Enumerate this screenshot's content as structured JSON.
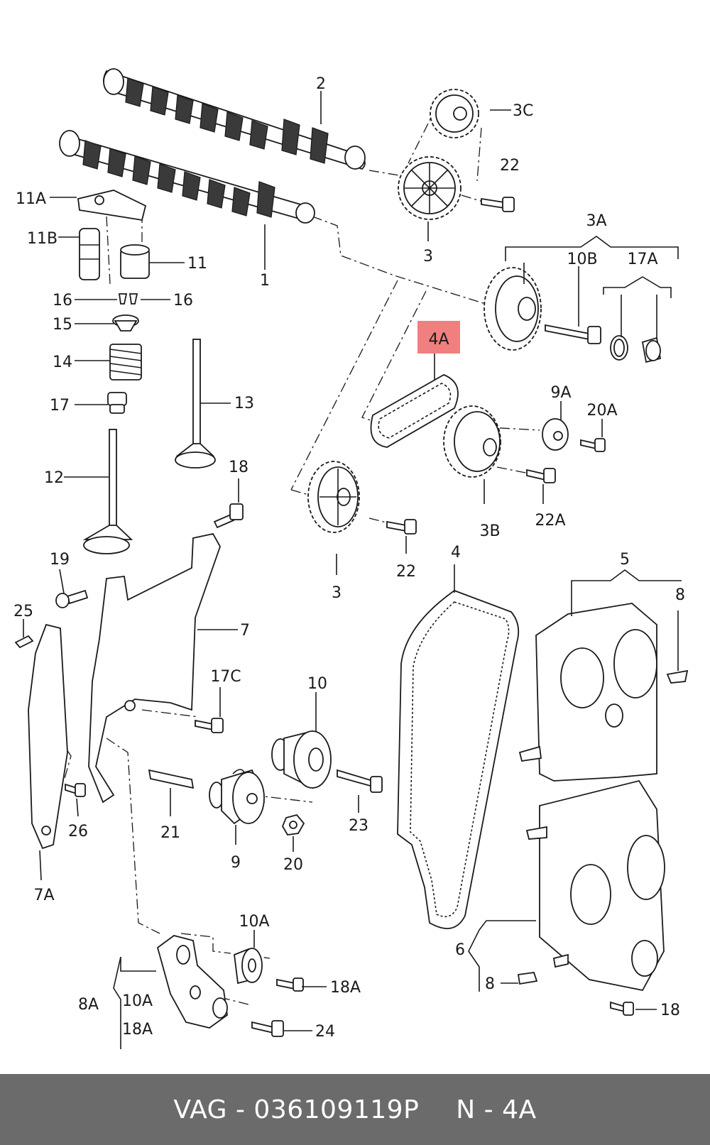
{
  "callouts": {
    "c1": "1",
    "c2": "2",
    "c3": "3",
    "c3b": "3",
    "c3A": "3A",
    "c3B": "3B",
    "c3C": "3C",
    "c4": "4",
    "c4A": "4A",
    "c5": "5",
    "c6": "6",
    "c7": "7",
    "c7A": "7A",
    "c8a": "8",
    "c8b": "8",
    "c8A": "8A",
    "c9": "9",
    "c9A": "9A",
    "c10": "10",
    "c10A": "10A",
    "c10Ab": "10A",
    "c10B": "10B",
    "c11": "11",
    "c11A": "11A",
    "c11B": "11B",
    "c12": "12",
    "c13": "13",
    "c14": "14",
    "c15": "15",
    "c16a": "16",
    "c16b": "16",
    "c17": "17",
    "c17A": "17A",
    "c17C": "17C",
    "c18a": "18",
    "c18b": "18",
    "c18A": "18A",
    "c18Ab": "18A",
    "c19": "19",
    "c20": "20",
    "c20A": "20A",
    "c21": "21",
    "c22a": "22",
    "c22b": "22",
    "c22A": "22A",
    "c23": "23",
    "c24": "24",
    "c25": "25",
    "c26": "26"
  },
  "highlight": {
    "label": "4A",
    "color": "#f08080"
  },
  "footer": {
    "part_number": "VAG - 036109119P",
    "position": "N - 4A",
    "background": "#6b6b6b"
  }
}
